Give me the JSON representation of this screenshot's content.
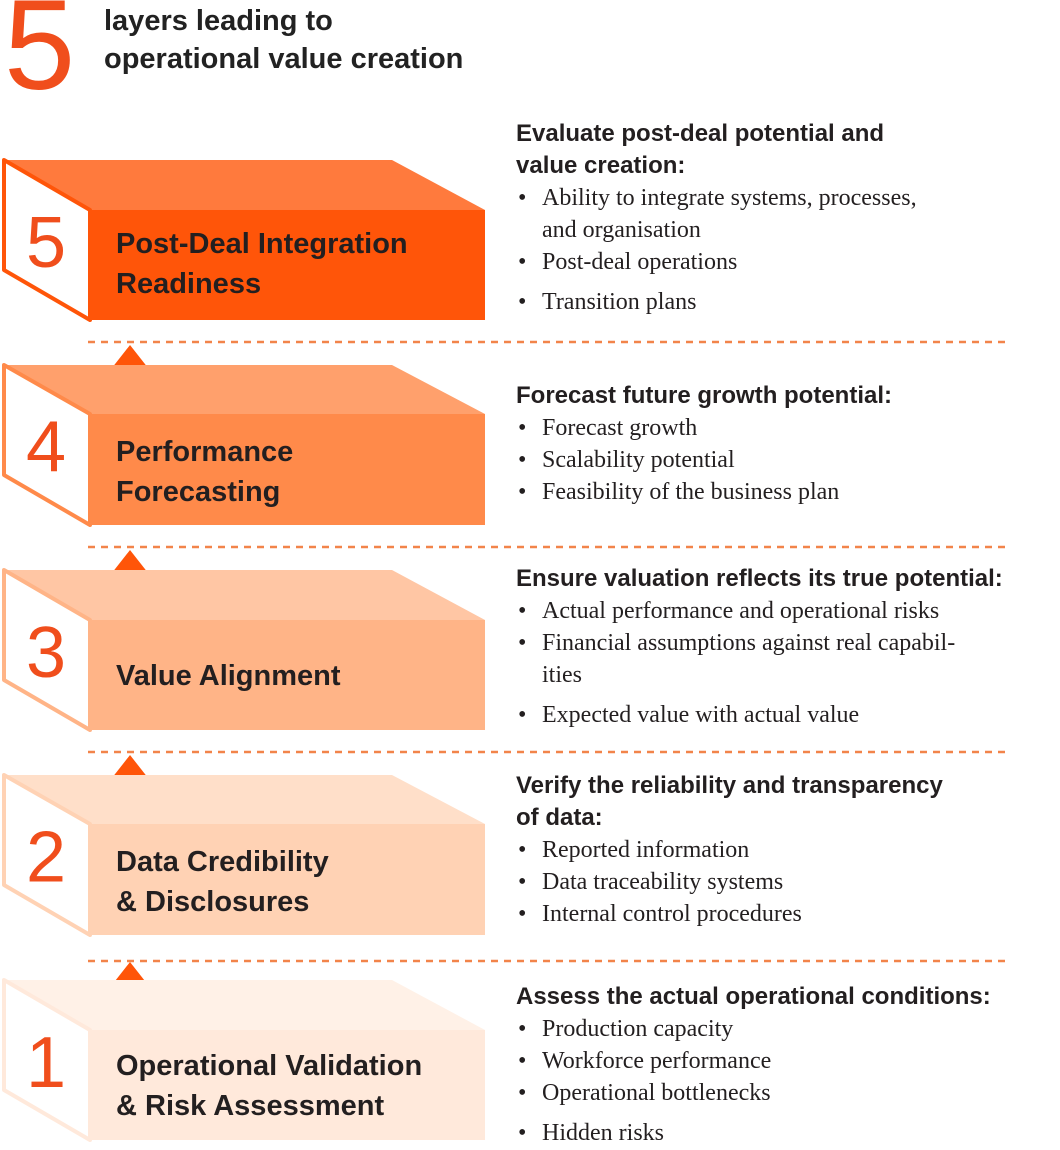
{
  "header": {
    "big_number": "5",
    "title_line1": "layers leading to",
    "title_line2": "operational value creation"
  },
  "colors": {
    "layer5": "#ff5509",
    "layer4": "#ff8a4a",
    "layer3": "#ffb487",
    "layer2": "#ffd2b4",
    "layer1": "#ffe9db",
    "numeral": "#f04e1c",
    "separator": "#f2844a"
  },
  "layers": [
    {
      "number": "5",
      "label_line1": "Post-Deal Integration",
      "label_line2": "Readiness",
      "heading_line1": "Evaluate post-deal potential and",
      "heading_line2": "value creation:",
      "bullets": [
        "Ability to integrate systems, processes,",
        "and organisation",
        "Post-deal operations",
        "Transition plans"
      ]
    },
    {
      "number": "4",
      "label_line1": "Performance",
      "label_line2": "Forecasting",
      "heading_line1": "Forecast future growth potential:",
      "heading_line2": "",
      "bullets": [
        "Forecast growth",
        "Scalability potential",
        "Feasibility of the business plan"
      ]
    },
    {
      "number": "3",
      "label_line1": "Value Alignment",
      "label_line2": "",
      "heading_line1": "Ensure valuation reflects its true potential:",
      "heading_line2": "",
      "bullets": [
        "Actual performance and operational risks",
        "Financial assumptions against real capabil-",
        "ities",
        "Expected value with actual value"
      ]
    },
    {
      "number": "2",
      "label_line1": "Data Credibility",
      "label_line2": "& Disclosures",
      "heading_line1": "Verify the reliability and transparency",
      "heading_line2": "of data:",
      "bullets": [
        "Reported information",
        "Data traceability systems",
        "Internal control procedures"
      ]
    },
    {
      "number": "1",
      "label_line1": "Operational Validation",
      "label_line2": "& Risk Assessment",
      "heading_line1": "Assess the actual operational conditions:",
      "heading_line2": "",
      "bullets": [
        "Production capacity",
        "Workforce performance",
        "Operational bottlenecks",
        "Hidden risks"
      ]
    }
  ]
}
